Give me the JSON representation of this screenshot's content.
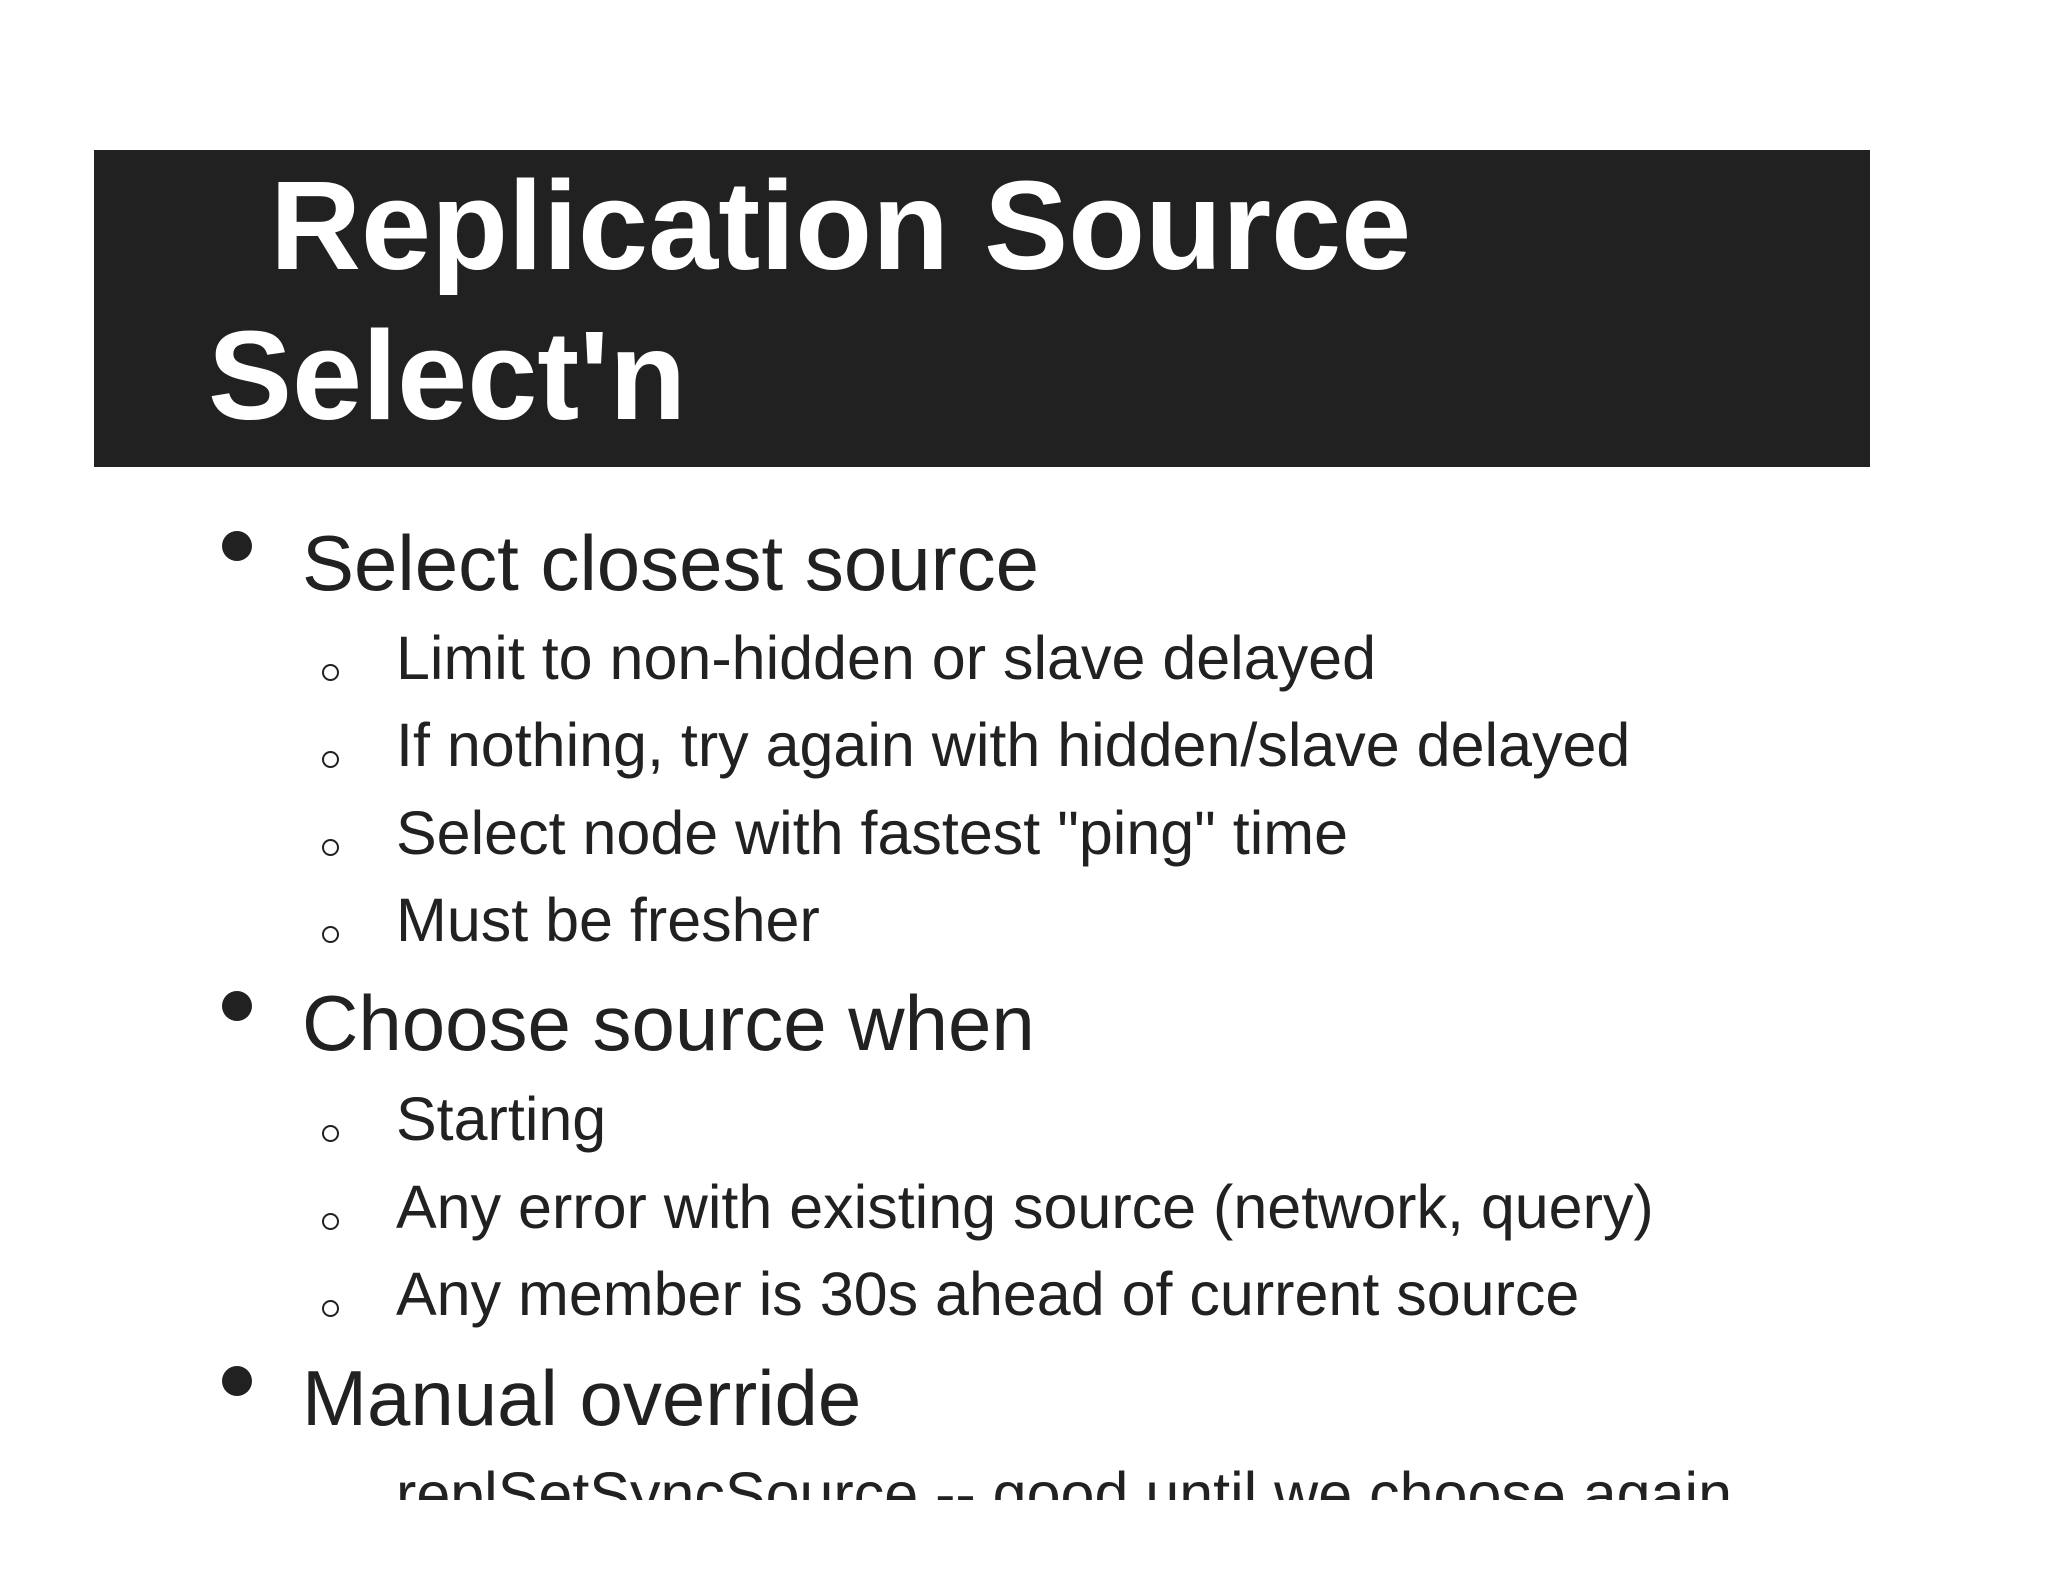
{
  "title": {
    "line1": "Replication Source",
    "line2": "Select'n"
  },
  "bullets": [
    {
      "text": "Select closest source",
      "subitems": [
        "Limit to non-hidden or slave delayed",
        "If nothing, try again with hidden/slave delayed",
        "Select node with fastest \"ping\" time",
        "Must be fresher"
      ]
    },
    {
      "text": "Choose source when",
      "subitems": [
        "Starting",
        "Any error with existing source (network, query)",
        "Any member is 30s ahead of current source"
      ]
    },
    {
      "text": "Manual override",
      "subitems": [
        "replSetSyncSource -- good until we choose again"
      ]
    }
  ]
}
